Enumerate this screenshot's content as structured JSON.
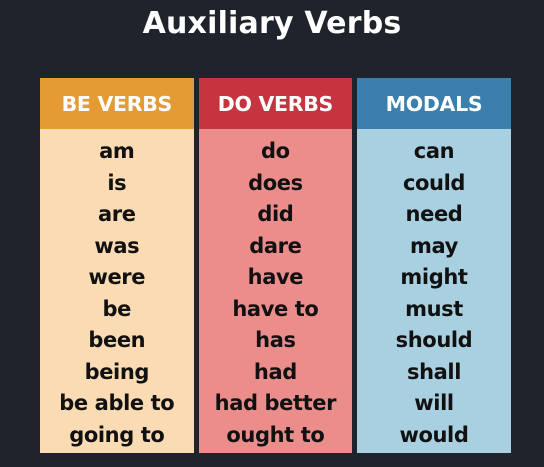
{
  "title": "Auxiliary Verbs",
  "columns": [
    {
      "header": "BE VERBS",
      "header_color": "#e59b34",
      "body_color": "#fbdbb3",
      "words": [
        "am",
        "is",
        "are",
        "was",
        "were",
        "be",
        "been",
        "being",
        "be able to",
        "going to"
      ]
    },
    {
      "header": "DO VERBS",
      "header_color": "#c6353f",
      "body_color": "#ea8d8b",
      "words": [
        "do",
        "does",
        "did",
        "dare",
        "have",
        "have to",
        "has",
        "had",
        "had better",
        "ought to"
      ]
    },
    {
      "header": "MODALS",
      "header_color": "#3a7fae",
      "body_color": "#a9d0e1",
      "words": [
        "can",
        "could",
        "need",
        "may",
        "might",
        "must",
        "should",
        "shall",
        "will",
        "would"
      ]
    }
  ]
}
